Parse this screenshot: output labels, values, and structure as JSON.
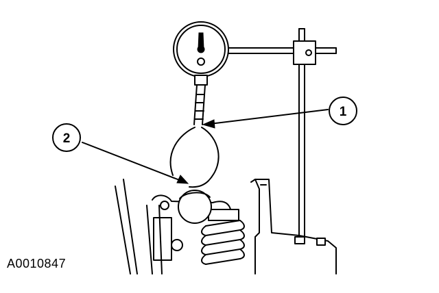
{
  "callouts": [
    {
      "label": "1"
    },
    {
      "label": "2"
    }
  ],
  "figure_id": "A0010847"
}
